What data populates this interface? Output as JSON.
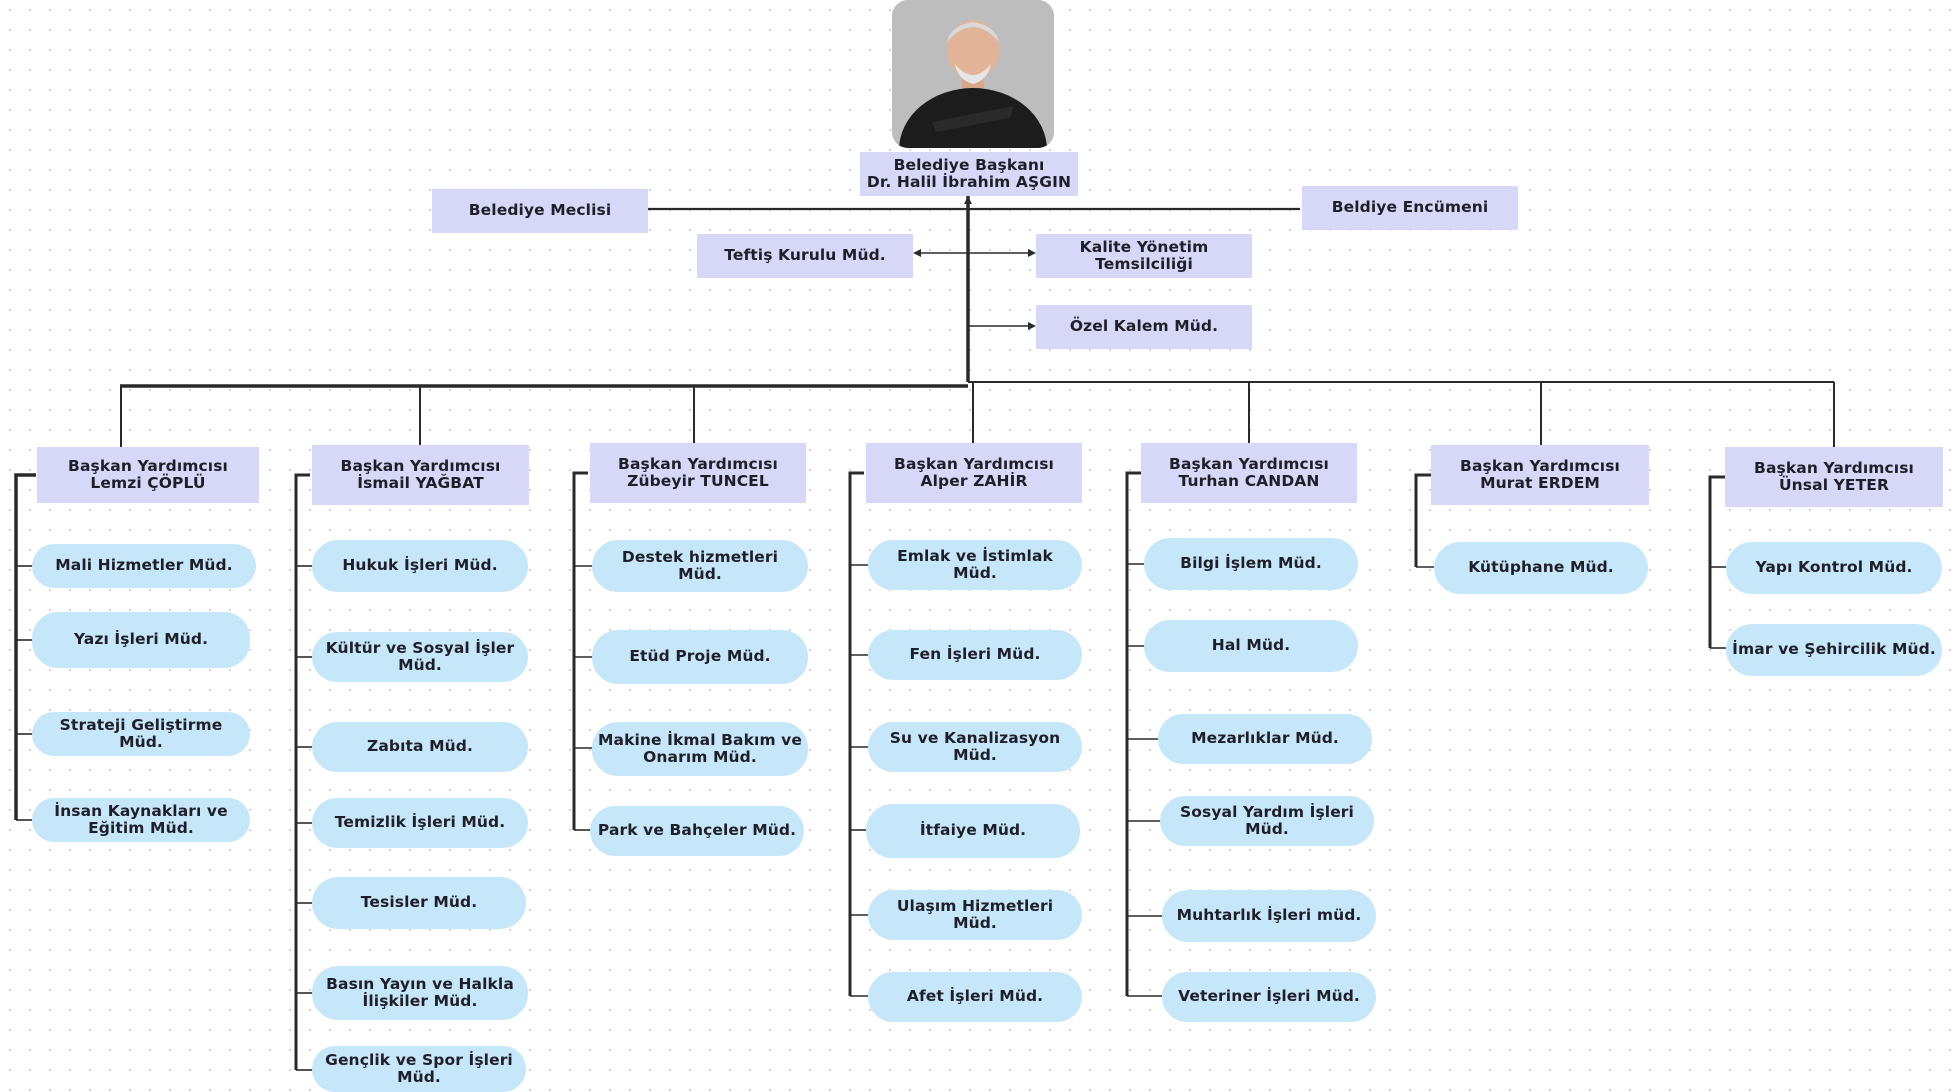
{
  "mayor": {
    "title": "Belediye Başkanı",
    "name": "Dr. Halil İbrahim AŞGIN"
  },
  "council": "Belediye Meclisi",
  "committee": "Beldiye Encümeni",
  "inspection": "Teftiş Kurulu Müd.",
  "quality": "Kalite Yönetim Temsilciliği",
  "private_office": "Özel Kalem Müd.",
  "deputies": [
    {
      "title": "Başkan Yardımcısı",
      "name": "Lemzi ÇÖPLÜ",
      "units": [
        "Mali Hizmetler Müd.",
        "Yazı İşleri Müd.",
        "Strateji Geliştirme Müd.",
        "İnsan Kaynakları ve Eğitim Müd."
      ]
    },
    {
      "title": "Başkan Yardımcısı",
      "name": "İsmail YAĞBAT",
      "units": [
        "Hukuk İşleri Müd.",
        "Kültür ve Sosyal İşler Müd.",
        "Zabıta Müd.",
        "Temizlik İşleri Müd.",
        "Tesisler Müd.",
        "Basın Yayın ve Halkla İlişkiler Müd.",
        "Gençlik ve Spor İşleri Müd."
      ]
    },
    {
      "title": "Başkan Yardımcısı",
      "name": "Zübeyir TUNCEL",
      "units": [
        "Destek hizmetleri Müd.",
        "Etüd Proje Müd.",
        "Makine İkmal Bakım ve Onarım Müd.",
        "Park ve Bahçeler Müd."
      ]
    },
    {
      "title": "Başkan Yardımcısı",
      "name": "Alper ZAHİR",
      "units": [
        "Emlak ve İstimlak Müd.",
        "Fen İşleri Müd.",
        "Su ve Kanalizasyon Müd.",
        "İtfaiye Müd.",
        "Ulaşım Hizmetleri Müd.",
        "Afet İşleri Müd."
      ]
    },
    {
      "title": "Başkan Yardımcısı",
      "name": "Turhan CANDAN",
      "units": [
        "Bilgi İşlem Müd.",
        "Hal Müd.",
        "Mezarlıklar Müd.",
        "Sosyal Yardım İşleri Müd.",
        "Muhtarlık İşleri müd.",
        "Veteriner İşleri Müd."
      ]
    },
    {
      "title": "Başkan Yardımcısı",
      "name": "Murat ERDEM",
      "units": [
        "Kütüphane Müd."
      ]
    },
    {
      "title": "Başkan Yardımcısı",
      "name": "Ünsal YETER",
      "units": [
        "Yapı Kontrol Müd.",
        "İmar ve Şehircilik Müd."
      ]
    }
  ]
}
